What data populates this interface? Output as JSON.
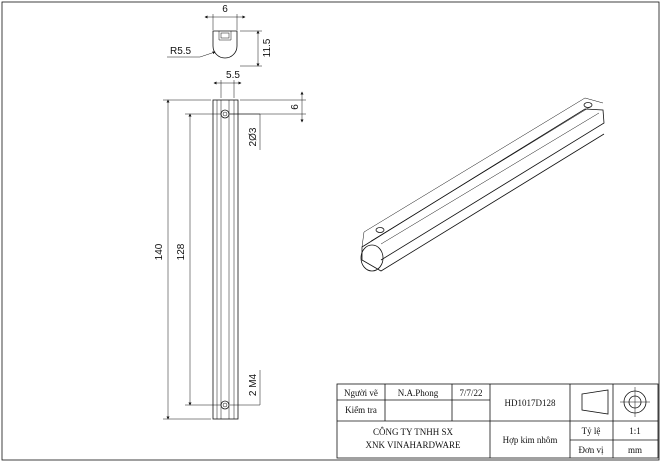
{
  "dimensions": {
    "top_width": "6",
    "radius": "R5.5",
    "height_right": "11.5",
    "body_width": "5.5",
    "top_offset": "6",
    "hole_dia": "2Ø3",
    "overall_length": "140",
    "hole_spacing": "128",
    "thread": "2 M4"
  },
  "title_block": {
    "drawn_by_label": "Người vẽ",
    "drawn_by": "N.A.Phong",
    "date": "7/7/22",
    "checked_by_label": "Kiểm tra",
    "part_number": "HD1017D128",
    "company_line1": "CÔNG TY TNHH SX",
    "company_line2": "XNK VINAHARDWARE",
    "material": "Hợp kim nhôm",
    "scale_label": "Tỷ lệ",
    "scale_value": "1:1",
    "unit_label": "Đơn vị",
    "unit_value": "mm"
  }
}
